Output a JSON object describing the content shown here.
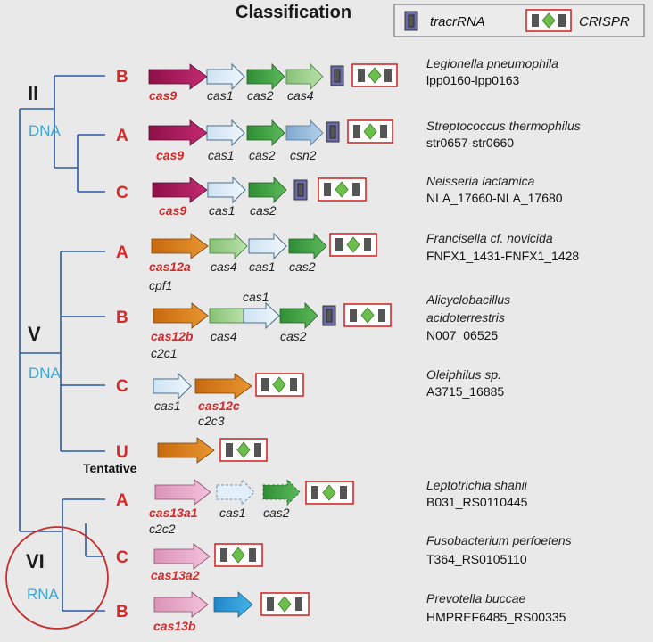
{
  "title": "Classification",
  "legend": {
    "tracr_label": "tracrRNA",
    "crispr_label": "CRISPR"
  },
  "types": [
    {
      "type": "II",
      "molecule": "DNA",
      "subtypes": [
        {
          "sub": "B",
          "effector": "cas9",
          "genes": [
            "cas1",
            "cas2",
            "cas4"
          ],
          "organism": "Legionella pneumophila",
          "locus": "lpp0160-lpp0163"
        },
        {
          "sub": "A",
          "effector": "cas9",
          "genes": [
            "cas1",
            "cas2",
            "csn2"
          ],
          "organism": "Streptococcus thermophilus",
          "locus": "str0657-str0660"
        },
        {
          "sub": "C",
          "effector": "cas9",
          "genes": [
            "cas1",
            "cas2"
          ],
          "organism": "Neisseria lactamica",
          "locus": "NLA_17660-NLA_17680"
        }
      ]
    },
    {
      "type": "V",
      "molecule": "DNA",
      "subtypes": [
        {
          "sub": "A",
          "effector": "cas12a",
          "alias": "cpf1",
          "genes": [
            "cas4",
            "cas1",
            "cas2"
          ],
          "organism": "Francisella cf. novicida",
          "locus": "FNFX1_1431-FNFX1_1428"
        },
        {
          "sub": "B",
          "effector": "cas12b",
          "alias": "c2c1",
          "genes": [
            "cas4",
            "cas1",
            "cas2"
          ],
          "organism_lines": [
            "Alicyclobacillus",
            "acidoterrestris"
          ],
          "locus": "N007_06525"
        },
        {
          "sub": "C",
          "effector": "cas12c",
          "alias": "c2c3",
          "genes": [
            "cas1"
          ],
          "organism": "Oleiphilus sp.",
          "locus": "A3715_16885"
        },
        {
          "sub": "U",
          "note": "Tentative"
        }
      ]
    },
    {
      "type": "VI",
      "molecule": "RNA",
      "subtypes": [
        {
          "sub": "A",
          "effector": "cas13a1",
          "alias": "c2c2",
          "genes": [
            "cas1",
            "cas2"
          ],
          "organism": "Leptotrichia shahii",
          "locus": "B031_RS0110445"
        },
        {
          "sub": "C",
          "effector": "cas13a2",
          "organism": "Fusobacterium perfoetens",
          "locus": "T364_RS0105110"
        },
        {
          "sub": "B",
          "effector": "cas13b",
          "organism": "Prevotella buccae",
          "locus": "HMPREF6485_RS00335"
        }
      ]
    }
  ],
  "colors": {
    "tree": "#2b5aa8",
    "subtype_label": "#d42a2a",
    "molecule_label": "#3ea6d6",
    "cas9": "#a3175a",
    "cas12": "#d97b1a",
    "cas13": "#e6a6c8",
    "cas13b_accessory": "#2a9bd6",
    "cas1": "#dcebf7",
    "cas2": "#3fa03f",
    "cas4": "#9cd08c",
    "csn2": "#94b8d8",
    "tracr": "#6a6aa8",
    "crispr_box": "#d42a2a",
    "crispr_repeat": "#555555",
    "crispr_spacer": "#6cbf4a",
    "type_VI_circle": "#c43030"
  }
}
